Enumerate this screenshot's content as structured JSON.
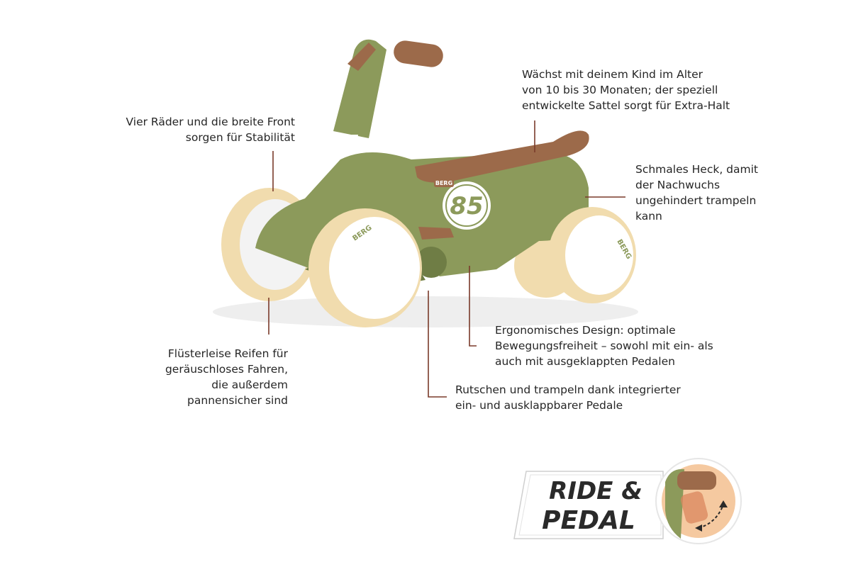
{
  "product": {
    "logo": "BERG",
    "number": "85",
    "colors": {
      "body": "#8c9a5b",
      "body_dark": "#6f7d45",
      "seat": "#9c6a4a",
      "tire": "#f1dcae",
      "hub": "#ffffff",
      "leader": "#7a3a2a"
    }
  },
  "callouts": {
    "stability": {
      "lines": [
        "Vier Räder und die breite Front",
        "sorgen für Stabilität"
      ]
    },
    "seat": {
      "lines": [
        "Wächst mit deinem Kind im Alter",
        "von 10 bis 30 Monaten; der speziell",
        "entwickelte Sattel sorgt für Extra-Halt"
      ]
    },
    "rear": {
      "lines": [
        "Schmales Heck, damit",
        "der Nachwuchs",
        "ungehindert trampeln",
        "kann"
      ]
    },
    "ergonomic": {
      "lines": [
        "Ergonomisches Design: optimale",
        "Bewegungsfreiheit – sowohl mit ein- als",
        "auch mit ausgeklappten Pedalen"
      ]
    },
    "pedals": {
      "lines": [
        "Rutschen und trampeln dank integrierter",
        "ein- und ausklappbarer Pedale"
      ]
    },
    "tires": {
      "lines": [
        "Flüsterleise Reifen für",
        "geräuschloses Fahren,",
        "die außerdem",
        "pannensicher sind"
      ]
    }
  },
  "badge": {
    "line1": "RIDE &",
    "line2": "PEDAL",
    "icon": "pedal-fold-icon"
  }
}
